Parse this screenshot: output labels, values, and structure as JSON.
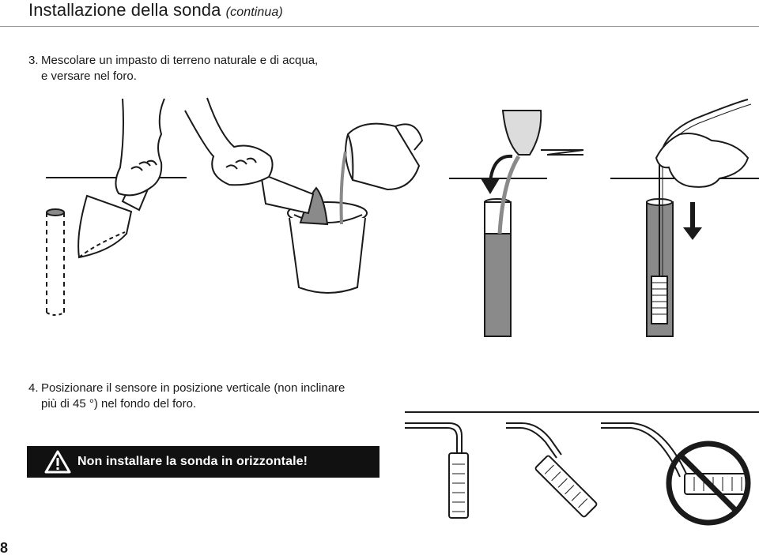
{
  "header": {
    "title": "Installazione della sonda",
    "title_suffix": "(continua)"
  },
  "steps": [
    {
      "number": "3.",
      "line1": "Mescolare un impasto di terreno naturale e di acqua,",
      "line2": "e versare nel foro."
    },
    {
      "number": "4.",
      "line1": "Posizionare il sensore in posizione verticale (non inclinare",
      "line2": "più di 45 °) nel fondo del foro."
    }
  ],
  "warning": {
    "icon": "warning-triangle-icon",
    "text": "Non installare la sonda in orizzontale!"
  },
  "footer": {
    "page_number": "8"
  },
  "colors": {
    "ink": "#1a1a1a",
    "probe_fill": "#8a8a8a",
    "warning_bg": "#111111"
  }
}
